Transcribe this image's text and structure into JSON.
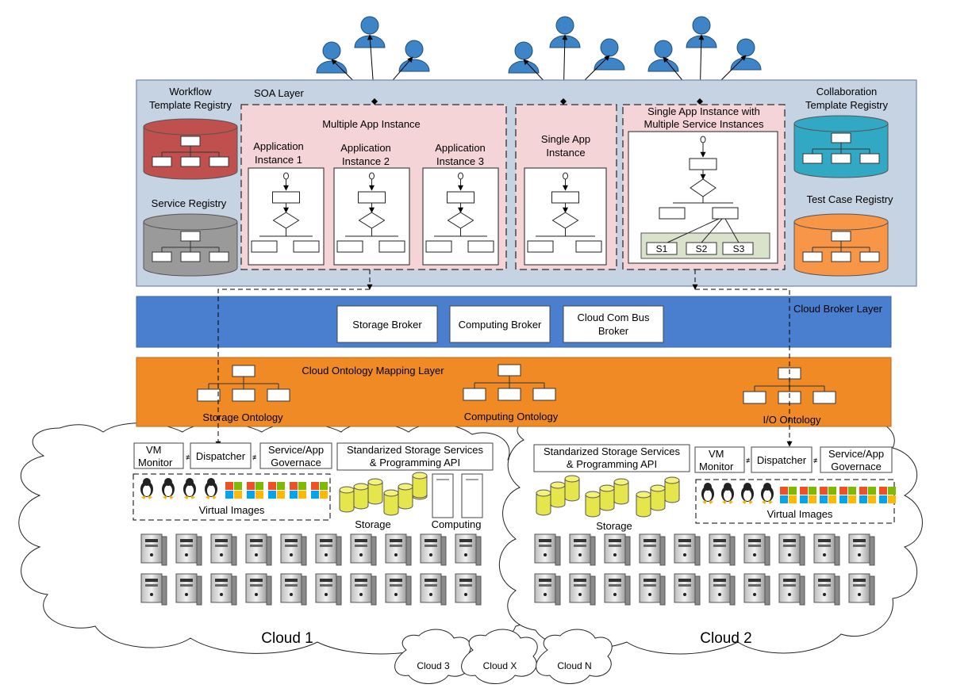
{
  "colors": {
    "soa_bg": "#c6d3e3",
    "soa_border": "#6e86a8",
    "app_group_bg": "#f4d4d6",
    "broker_bg": "#4a7fd0",
    "ontology_bg": "#f08a24",
    "user_fill": "#3d85c6",
    "workflow_db": "#c0504d",
    "service_db": "#9a9a9a",
    "collab_db": "#31a9c4",
    "testcase_db": "#f79646",
    "storage_cyl": "#e5e54c",
    "services_bg": "#d9e3cc"
  },
  "soa": {
    "title": "SOA Layer",
    "workflow_registry": [
      "Workflow",
      "Template Registry"
    ],
    "service_registry": "Service Registry",
    "collaboration_registry": [
      "Collaboration",
      "Template Registry"
    ],
    "test_case_registry": "Test Case Registry"
  },
  "multi_app": {
    "title": "Multiple App Instance",
    "instances": [
      [
        "Application",
        "Instance 1"
      ],
      [
        "Application",
        "Instance 2"
      ],
      [
        "Application",
        "Instance 3"
      ]
    ]
  },
  "single_app": {
    "title": [
      "Single App",
      "Instance"
    ]
  },
  "single_multi": {
    "title": [
      "Single App Instance with",
      "Multiple Service Instances"
    ],
    "services": [
      "S1",
      "S2",
      "S3"
    ]
  },
  "broker": {
    "title": "Cloud Broker Layer",
    "storage": "Storage Broker",
    "computing": "Computing Broker",
    "combus": [
      "Cloud Com Bus",
      "Broker"
    ]
  },
  "ontology": {
    "title": "Cloud Ontology Mapping Layer",
    "storage": "Storage Ontology",
    "computing": "Computing Ontology",
    "io": "I/O Ontology"
  },
  "cloud1": {
    "name": "Cloud 1",
    "vm_monitor": [
      "VM",
      "Monitor"
    ],
    "dispatcher": "Dispatcher",
    "governance": [
      "Service/App",
      "Governace"
    ],
    "std_storage": [
      "Standarized Storage Services",
      "& Programming API"
    ],
    "virtual_images": "Virtual Images",
    "storage": "Storage",
    "computing": "Computing"
  },
  "cloud2": {
    "name": "Cloud 2",
    "std_storage": [
      "Standarized Storage Services",
      "& Programming API"
    ],
    "vm_monitor": [
      "VM",
      "Monitor"
    ],
    "dispatcher": "Dispatcher",
    "governance": [
      "Service/App",
      "Governace"
    ],
    "virtual_images": "Virtual Images",
    "storage": "Storage"
  },
  "other_clouds": [
    "Cloud 3",
    "Cloud X",
    "Cloud N"
  ]
}
